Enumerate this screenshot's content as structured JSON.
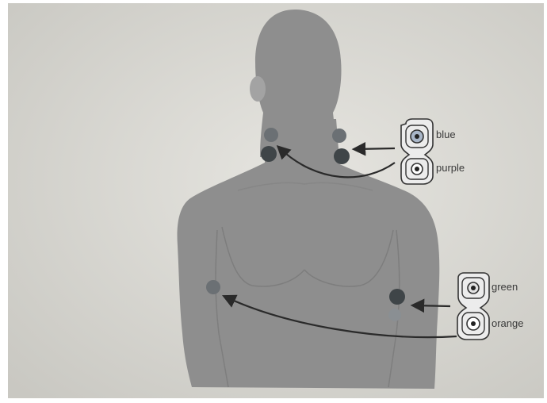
{
  "colors": {
    "paper": "#dcdbd6",
    "figure": "#8f8f8f",
    "figure_shadow": "#7a7a7a",
    "electrode_dark": "#3f4548",
    "electrode_light": "#6b7074",
    "arrow": "#2a2a2a"
  },
  "labels": {
    "blue": "blue",
    "purple": "purple",
    "green": "green",
    "orange": "orange"
  },
  "icons": [
    "electrode-pair-icon",
    "electrode-pair-icon",
    "arrow-icon"
  ]
}
